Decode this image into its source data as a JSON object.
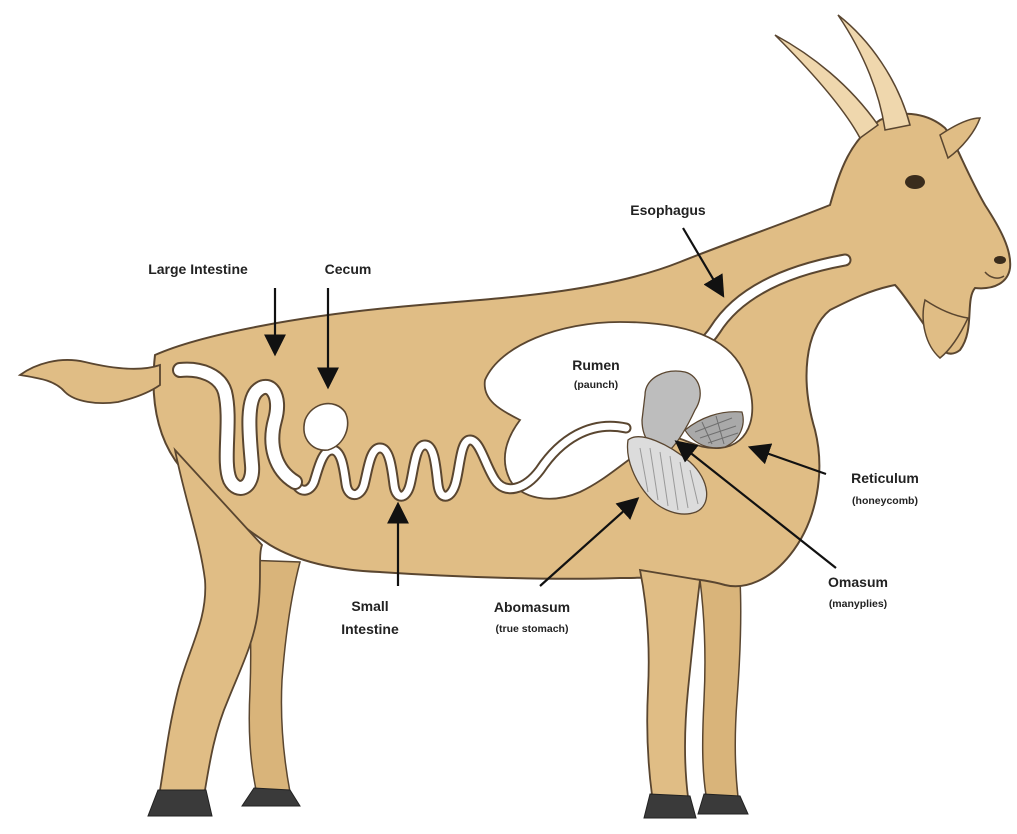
{
  "colors": {
    "body": "#e0bd85",
    "outline": "#5a4630",
    "hoof": "#3a3a3a",
    "organ": "#ffffff",
    "stomach_gray": "#bdbdbd",
    "text": "#222222"
  },
  "labels": {
    "large_intestine": "Large Intestine",
    "cecum": "Cecum",
    "esophagus": "Esophagus",
    "rumen": "Rumen",
    "rumen_sub": "(paunch)",
    "reticulum": "Reticulum",
    "reticulum_sub": "(honeycomb)",
    "omasum": "Omasum",
    "omasum_sub": "(manyplies)",
    "abomasum": "Abomasum",
    "abomasum_sub": "(true stomach)",
    "small_intestine_line1": "Small",
    "small_intestine_line2": "Intestine"
  }
}
